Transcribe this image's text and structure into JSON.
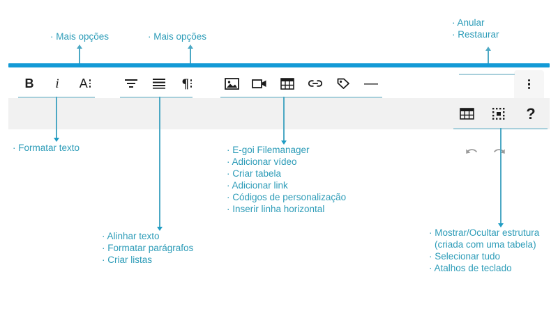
{
  "editor": {
    "accent_color": "#139ad6",
    "annotation_color": "#2d9cb8",
    "row2_background": "#f1f1f1",
    "toolbar_row1": {
      "group_text": [
        {
          "name": "bold",
          "glyph": "B"
        },
        {
          "name": "italic",
          "glyph": "i"
        },
        {
          "name": "text-options",
          "glyph": "A"
        }
      ],
      "group_paragraph": [
        {
          "name": "align-text",
          "glyph": ""
        },
        {
          "name": "lists",
          "glyph": ""
        },
        {
          "name": "paragraph-format",
          "glyph": "¶"
        }
      ],
      "group_insert": [
        {
          "name": "image",
          "glyph": ""
        },
        {
          "name": "video",
          "glyph": ""
        },
        {
          "name": "table",
          "glyph": ""
        },
        {
          "name": "link",
          "glyph": ""
        },
        {
          "name": "tag",
          "glyph": ""
        },
        {
          "name": "horizontal-rule",
          "glyph": "—"
        }
      ],
      "history": [
        {
          "name": "undo",
          "glyph": ""
        },
        {
          "name": "redo",
          "glyph": ""
        }
      ],
      "overflow": {
        "name": "more-menu",
        "glyph": "⋮"
      }
    },
    "toolbar_row2": [
      {
        "name": "table-structure",
        "glyph": ""
      },
      {
        "name": "select-all",
        "glyph": ""
      },
      {
        "name": "keyboard-shortcuts",
        "glyph": "?"
      }
    ]
  },
  "annotations": {
    "mais_opcoes_1": {
      "lines": [
        "· Mais opções"
      ]
    },
    "mais_opcoes_2": {
      "lines": [
        "· Mais opções"
      ]
    },
    "anular_restaurar": {
      "lines": [
        "· Anular",
        "· Restaurar"
      ]
    },
    "formatar_texto": {
      "lines": [
        "· Formatar texto"
      ]
    },
    "alinhar_bloco": {
      "lines": [
        "· Alinhar texto",
        "· Formatar parágrafos",
        "· Criar listas"
      ]
    },
    "inserir_bloco": {
      "lines": [
        "· E-goi Filemanager",
        "· Adicionar vídeo",
        "· Criar tabela",
        "· Adicionar link",
        "· Códigos de personalização",
        "· Inserir linha horizontal"
      ]
    },
    "estrutura_bloco": {
      "lines": [
        "· Mostrar/Ocultar estrutura",
        "(criada com uma tabela)",
        "· Selecionar tudo",
        "· Atalhos de teclado"
      ]
    }
  }
}
